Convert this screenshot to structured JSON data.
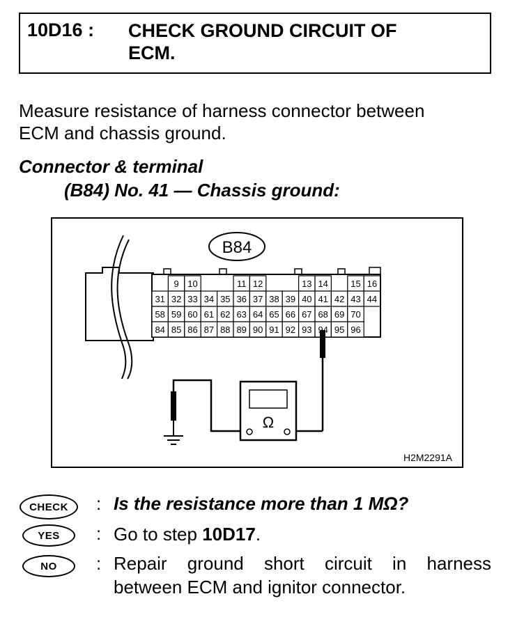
{
  "step": {
    "id": "10D16 :",
    "title_line1": "CHECK GROUND CIRCUIT OF",
    "title_line2": "ECM."
  },
  "instruction": {
    "line1": "Measure resistance of harness connector between",
    "line2": "ECM and chassis ground."
  },
  "connector": {
    "heading": "Connector & terminal",
    "spec": "(B84) No. 41 — Chassis ground:"
  },
  "diagram": {
    "connector_label": "B84",
    "figure_code": "H2M2291A",
    "meter_symbol": "Ω",
    "row1_pins": [
      "9",
      "10",
      "11",
      "12",
      "13",
      "14",
      "15",
      "16"
    ],
    "row2_pins": [
      "31",
      "32",
      "33",
      "34",
      "35",
      "36",
      "37",
      "38",
      "39",
      "40",
      "41",
      "42",
      "43",
      "44"
    ],
    "row3_pins": [
      "58",
      "59",
      "60",
      "61",
      "62",
      "63",
      "64",
      "65",
      "66",
      "67",
      "68",
      "69",
      "70"
    ],
    "row4_pins": [
      "84",
      "85",
      "86",
      "87",
      "88",
      "89",
      "90",
      "91",
      "92",
      "93",
      "94",
      "95",
      "96"
    ]
  },
  "answers": {
    "check_badge": "CHECK",
    "check_question": "Is the resistance more than 1 MΩ?",
    "yes_badge": "YES",
    "yes_text_prefix": "Go to step ",
    "yes_text_step": "10D17",
    "yes_text_suffix": ".",
    "no_badge": "NO",
    "no_text_line1": "Repair ground short circuit in harness",
    "no_text_line2": "between ECM and ignitor connector.",
    "colon": ":"
  }
}
